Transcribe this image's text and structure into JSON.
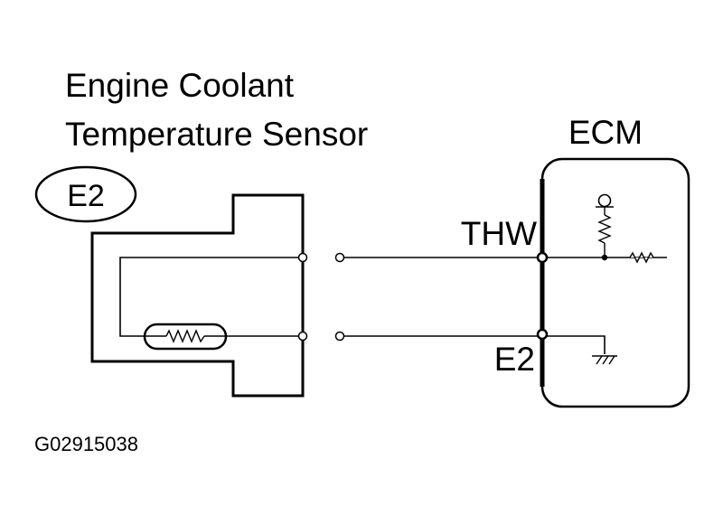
{
  "sensor": {
    "title_line1": "Engine Coolant",
    "title_line2": "Temperature Sensor",
    "connector_code": "E2"
  },
  "ecm": {
    "label": "ECM",
    "terminal_thw": "THW",
    "terminal_e2": "E2"
  },
  "figure_id": "G02915038",
  "colors": {
    "line": "#000000",
    "background": "#ffffff"
  }
}
